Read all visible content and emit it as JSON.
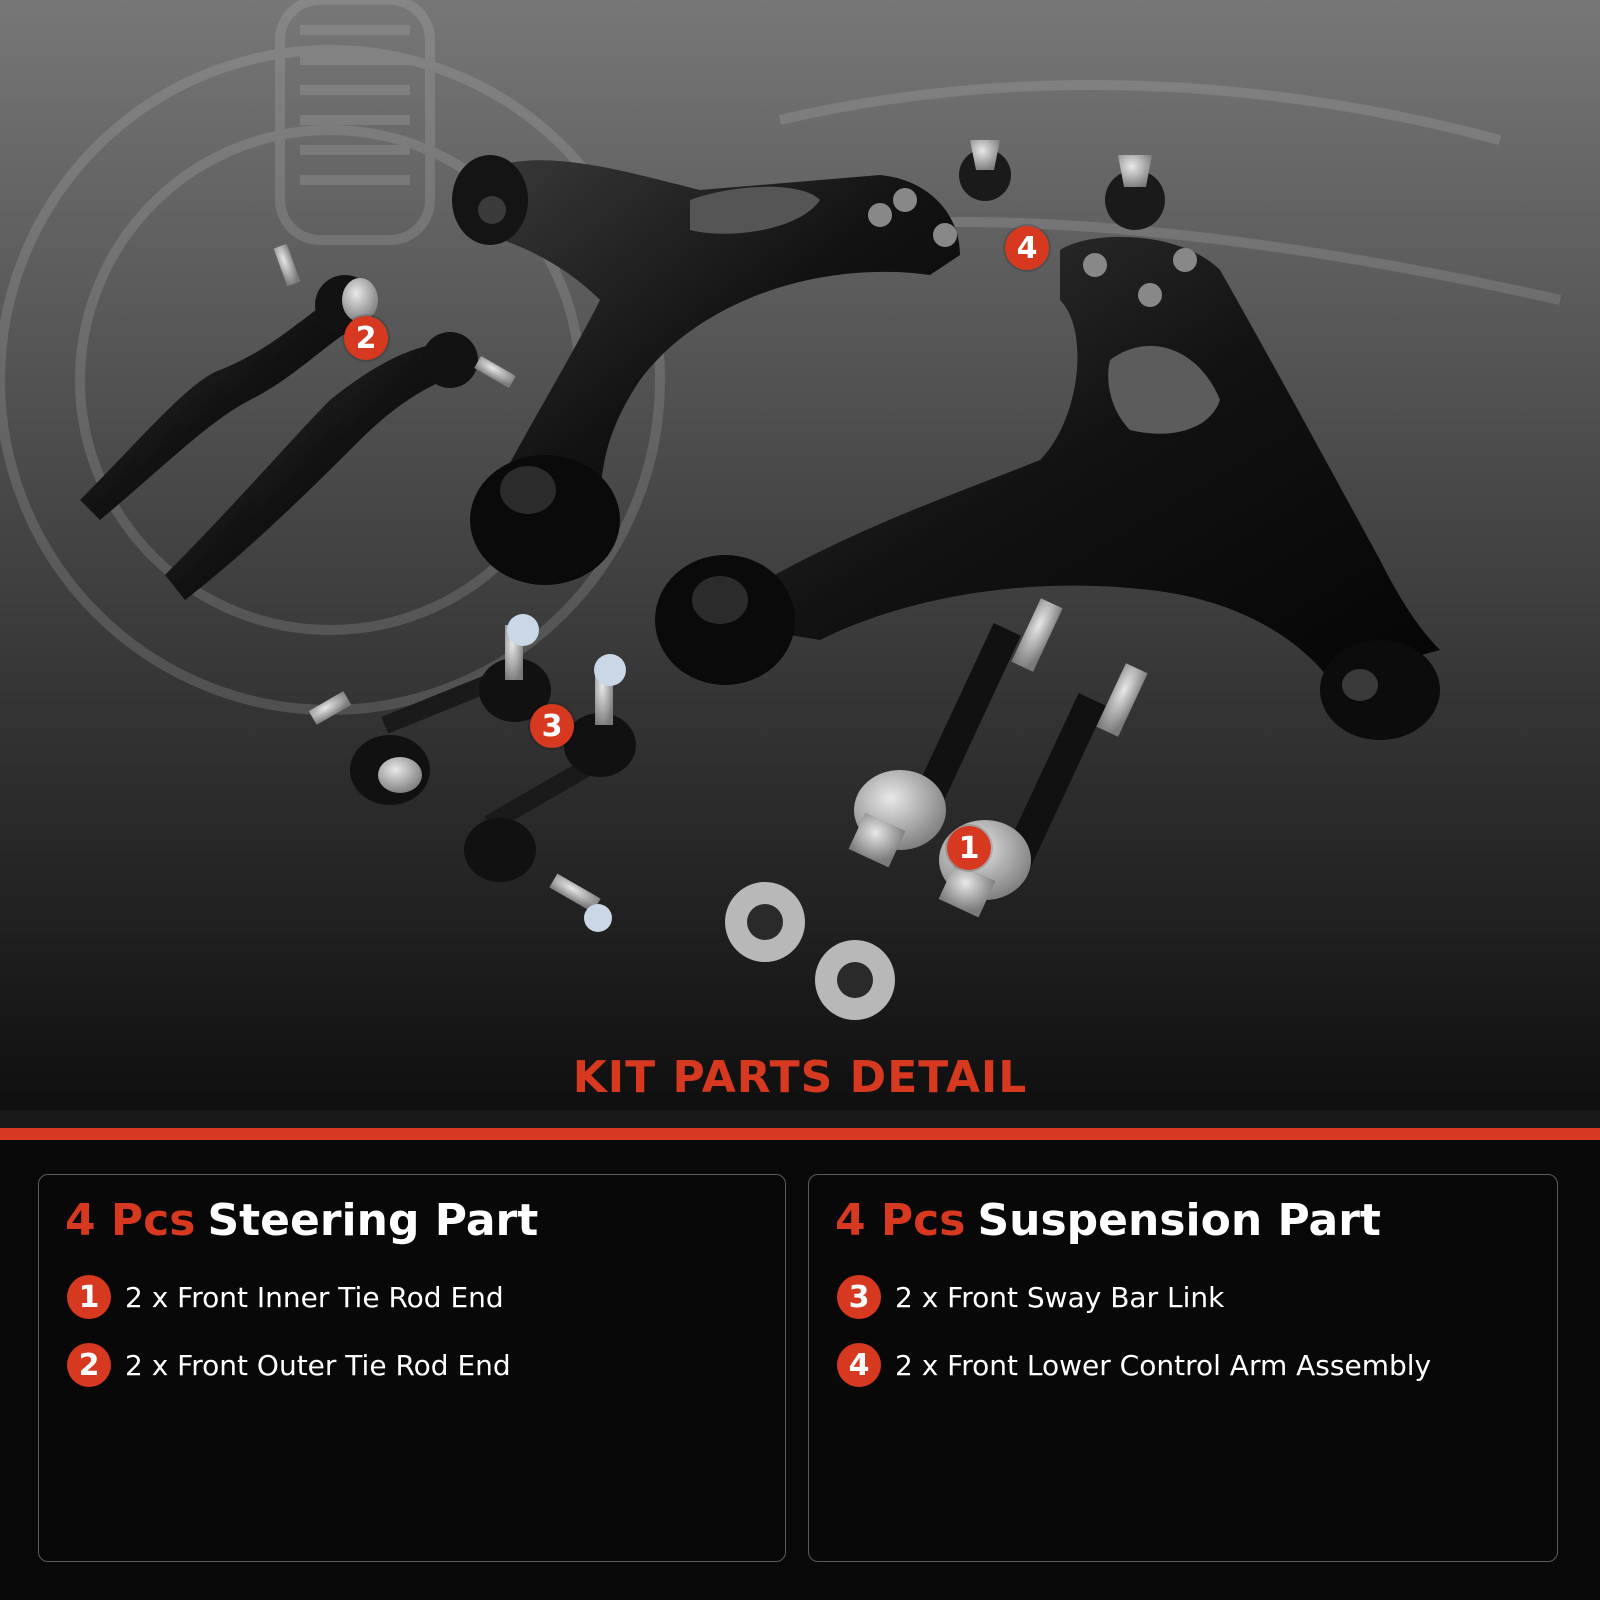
{
  "colors": {
    "accent": "#d6391f",
    "text": "#ffffff",
    "panel_border": "#5b5b5b"
  },
  "photo": {
    "badges": [
      "1",
      "2",
      "3",
      "4"
    ]
  },
  "kit_title": "KIT PARTS DETAIL",
  "panels": [
    {
      "count": "4 Pcs",
      "title": "Steering Part",
      "items": [
        {
          "num": "1",
          "text": "2 x Front Inner Tie Rod End"
        },
        {
          "num": "2",
          "text": "2 x Front Outer Tie Rod End"
        }
      ]
    },
    {
      "count": "4 Pcs",
      "title": "Suspension Part",
      "items": [
        {
          "num": "3",
          "text": "2 x Front Sway Bar Link"
        },
        {
          "num": "4",
          "text": "2 x Front Lower Control Arm Assembly"
        }
      ]
    }
  ]
}
